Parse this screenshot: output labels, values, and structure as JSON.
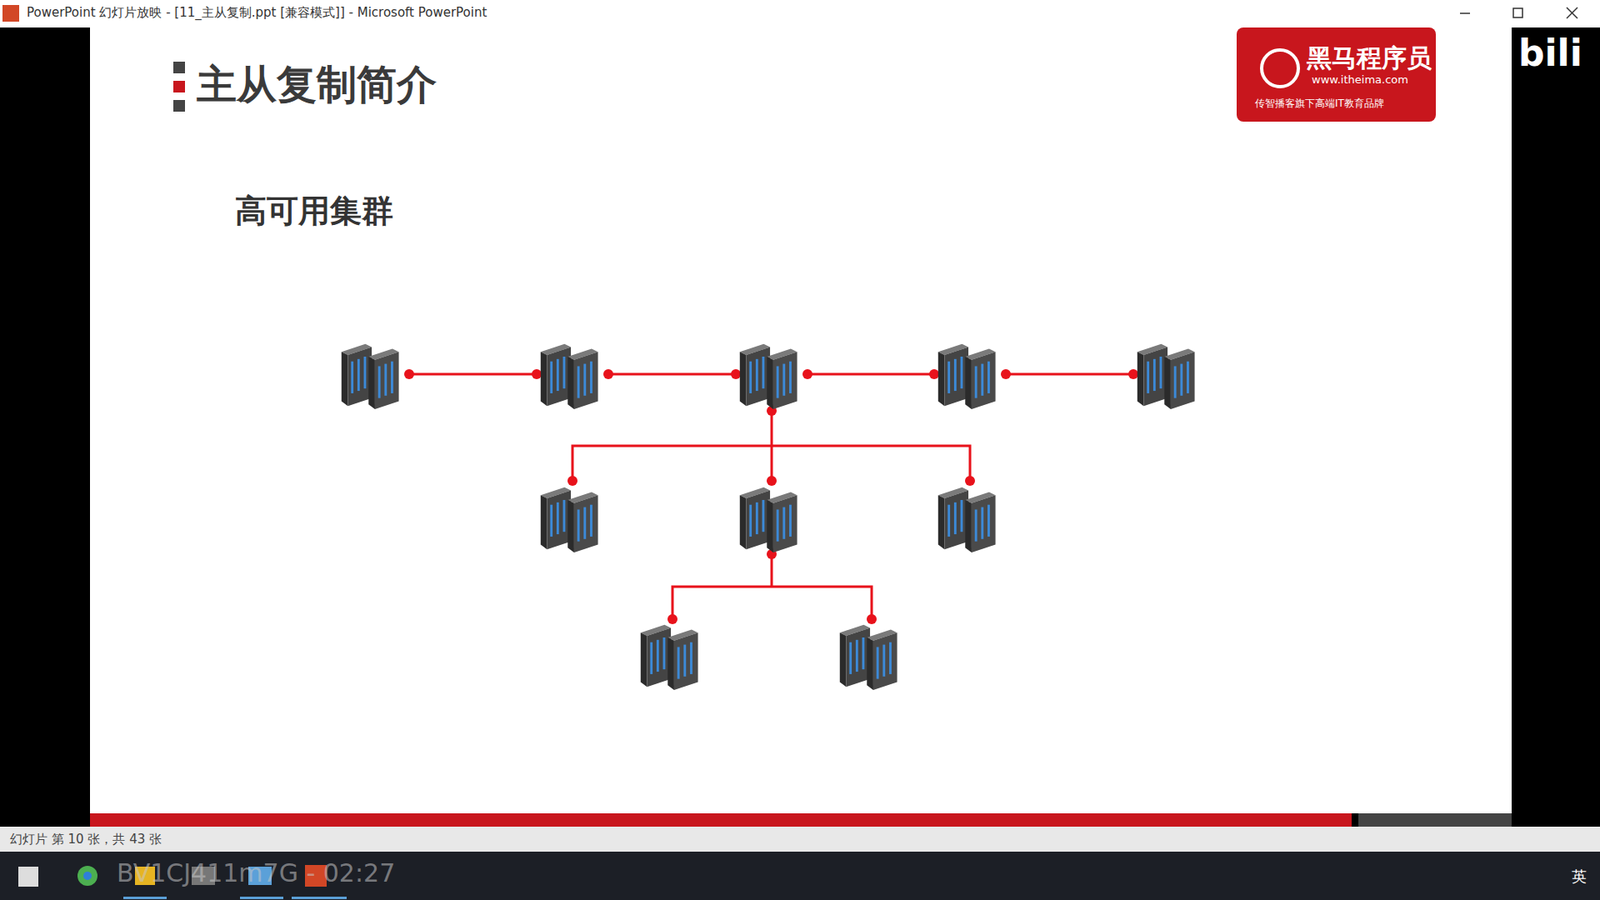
{
  "diagram": {
    "title": "主从复制简介",
    "labels": [
      "PowerPoint 幻灯片放映 - [11_主从复制.ppt [兼容模式]] - Microsoft PowerPoint",
      "高可用集群",
      "黑马程序员",
      "www.itheima.com",
      "传智播客旗下高端IT教育品牌",
      "bili",
      "幻灯片 第 10 张，共 43 张",
      "BV1CJ411m7G - 02:27",
      "英"
    ]
  }
}
